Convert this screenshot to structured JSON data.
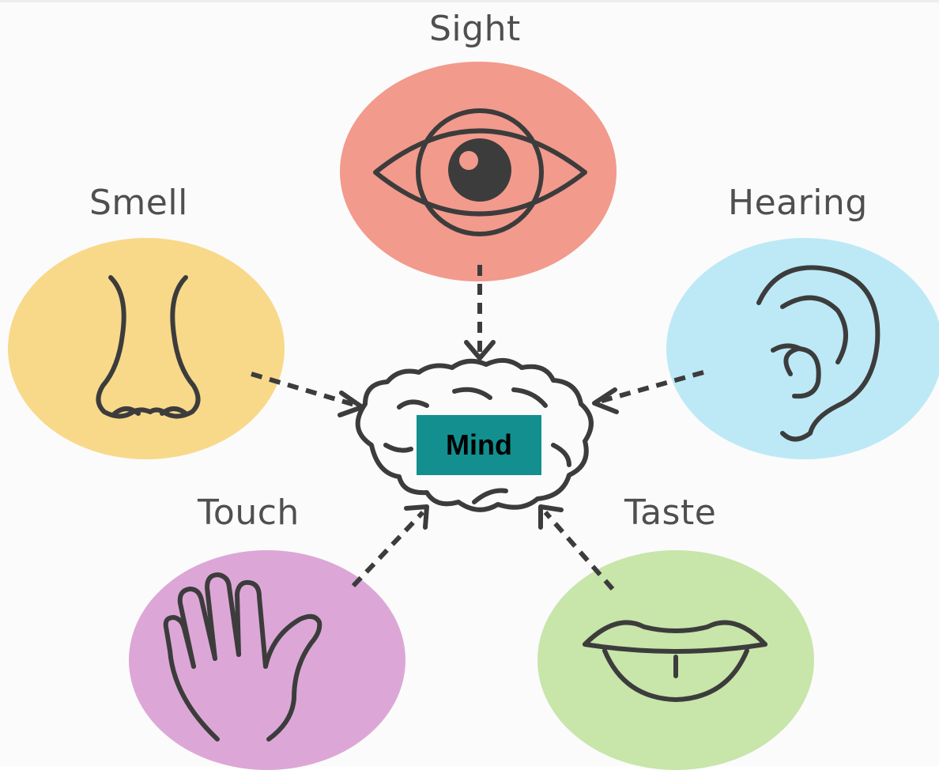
{
  "center": {
    "label": "Mind",
    "box_color": "#138f8f"
  },
  "senses": [
    {
      "key": "sight",
      "label": "Sight",
      "color": "#f29a8c",
      "icon": "eye-icon"
    },
    {
      "key": "smell",
      "label": "Smell",
      "color": "#f8d98a",
      "icon": "nose-icon"
    },
    {
      "key": "hearing",
      "label": "Hearing",
      "color": "#bde9f6",
      "icon": "ear-icon"
    },
    {
      "key": "touch",
      "label": "Touch",
      "color": "#dca7d6",
      "icon": "hand-icon"
    },
    {
      "key": "taste",
      "label": "Taste",
      "color": "#c8e5aa",
      "icon": "mouth-icon"
    }
  ],
  "brain_icon": "brain-icon"
}
